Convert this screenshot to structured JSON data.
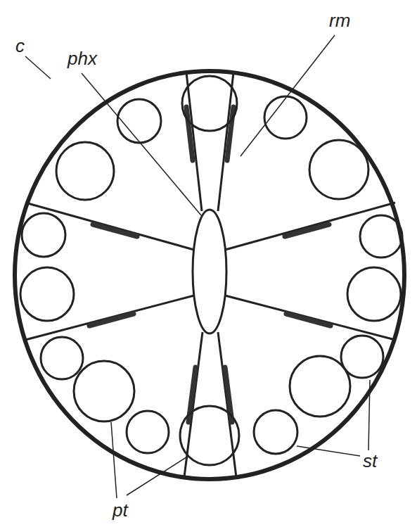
{
  "diagram": {
    "labels": [
      "rm",
      "phx",
      "c",
      "st",
      "pt"
    ]
  }
}
